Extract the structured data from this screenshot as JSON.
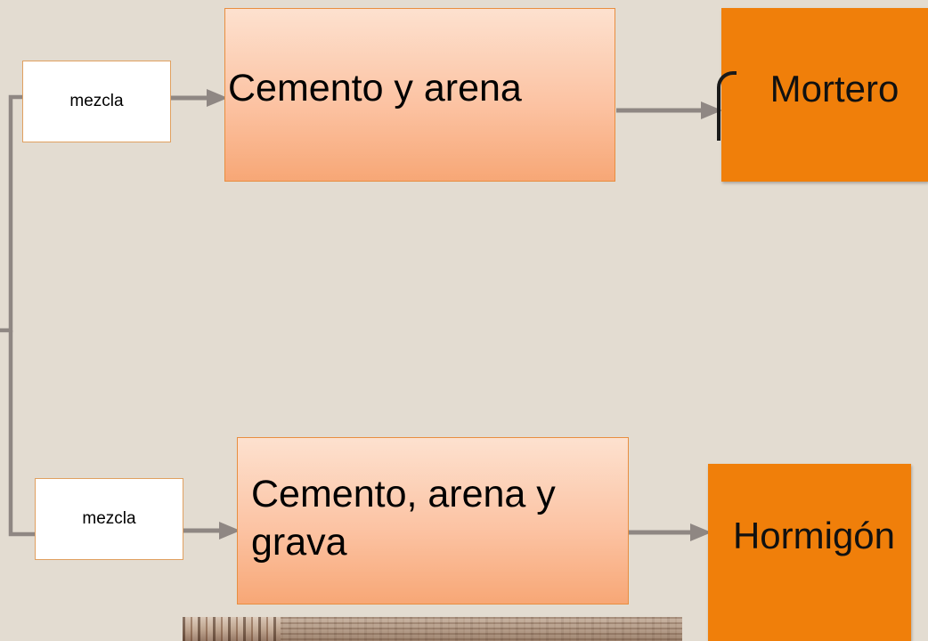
{
  "mix_top_label": "mezcla",
  "material_top_label": "Cemento y arena",
  "product_top_label": "Mortero",
  "mix_bottom_label": "mezcla",
  "material_bottom_label": "Cemento, arena y grava",
  "product_bottom_label": "Hormigón",
  "colors": {
    "background": "#e3dcd1",
    "connector": "#8f8783",
    "material_fill_top": "#fde1cf",
    "material_fill_bottom": "#f7a776",
    "product_fill": "#f07f0a"
  }
}
